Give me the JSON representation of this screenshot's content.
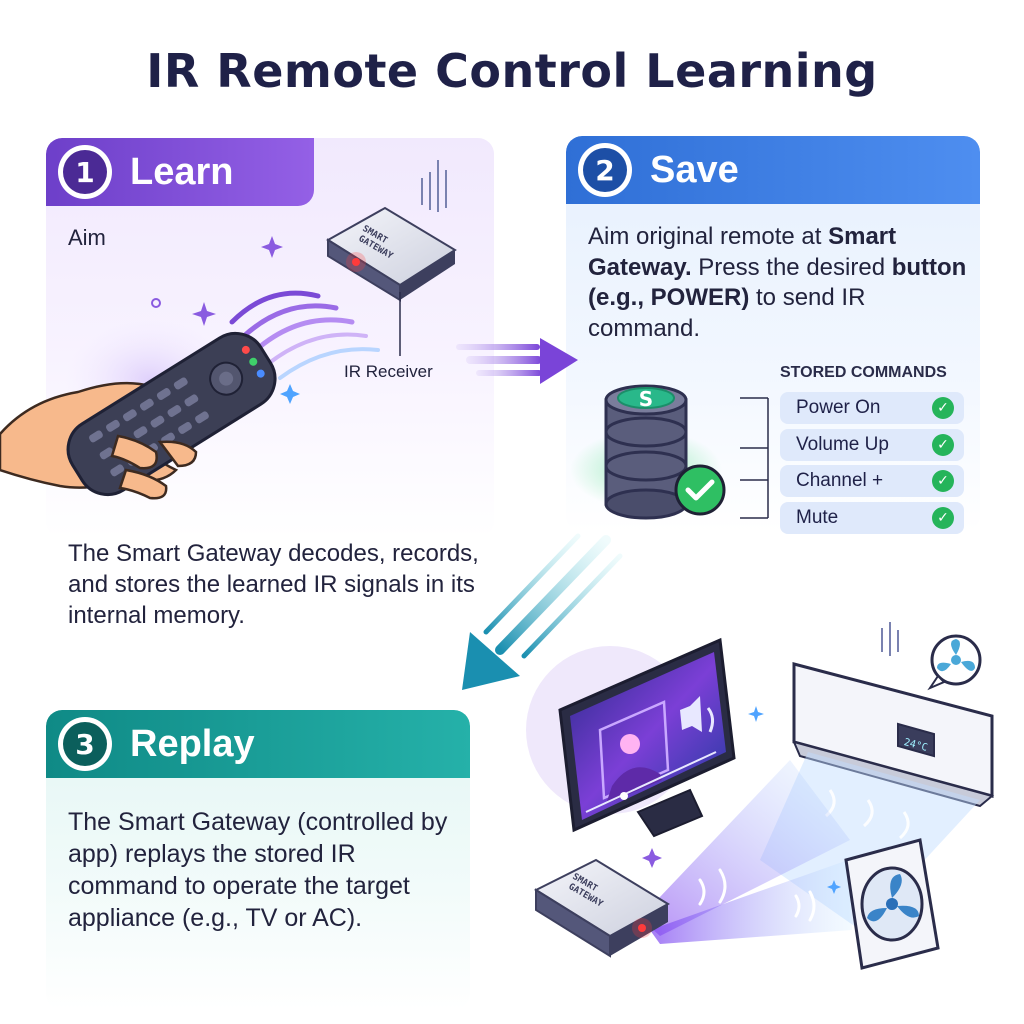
{
  "title": "IR Remote Control Learning",
  "steps": {
    "learn": {
      "number": "1",
      "label": "Learn",
      "caption": "Aim",
      "description": "The Smart Gateway decodes, records, and stores the learned IR signals in its internal memory."
    },
    "save": {
      "number": "2",
      "label": "Save",
      "text_parts": {
        "p1": "Aim original remote at ",
        "b1": "Smart Gateway.",
        "p2": " Press the desired ",
        "b2": "button (e.g., POWER)",
        "p3": " to send IR command."
      }
    },
    "replay": {
      "number": "3",
      "label": "Replay",
      "text": "The Smart Gateway (controlled by app) replays the stored IR command to operate the target appliance (e.g., TV or AC)."
    }
  },
  "ir_receiver_label": "IR Receiver",
  "stored_commands": {
    "heading": "STORED COMMANDS",
    "items": [
      "Power On",
      "Volume Up",
      "Channel +",
      "Mute"
    ],
    "check_glyph": "✓"
  },
  "gateway_label": {
    "line1": "SMART",
    "line2": "GATEWAY"
  },
  "ac_display": "24°C",
  "database_glyph": "S",
  "icons": {
    "remote": "remote-control-icon",
    "gateway": "smart-gateway-icon",
    "database": "database-icon",
    "tv": "tv-icon",
    "ac": "air-conditioner-icon",
    "fan": "fan-icon"
  },
  "colors": {
    "learn": "#7b4ad6",
    "save": "#3a7ee4",
    "replay": "#16a09a",
    "check": "#25b45a"
  }
}
